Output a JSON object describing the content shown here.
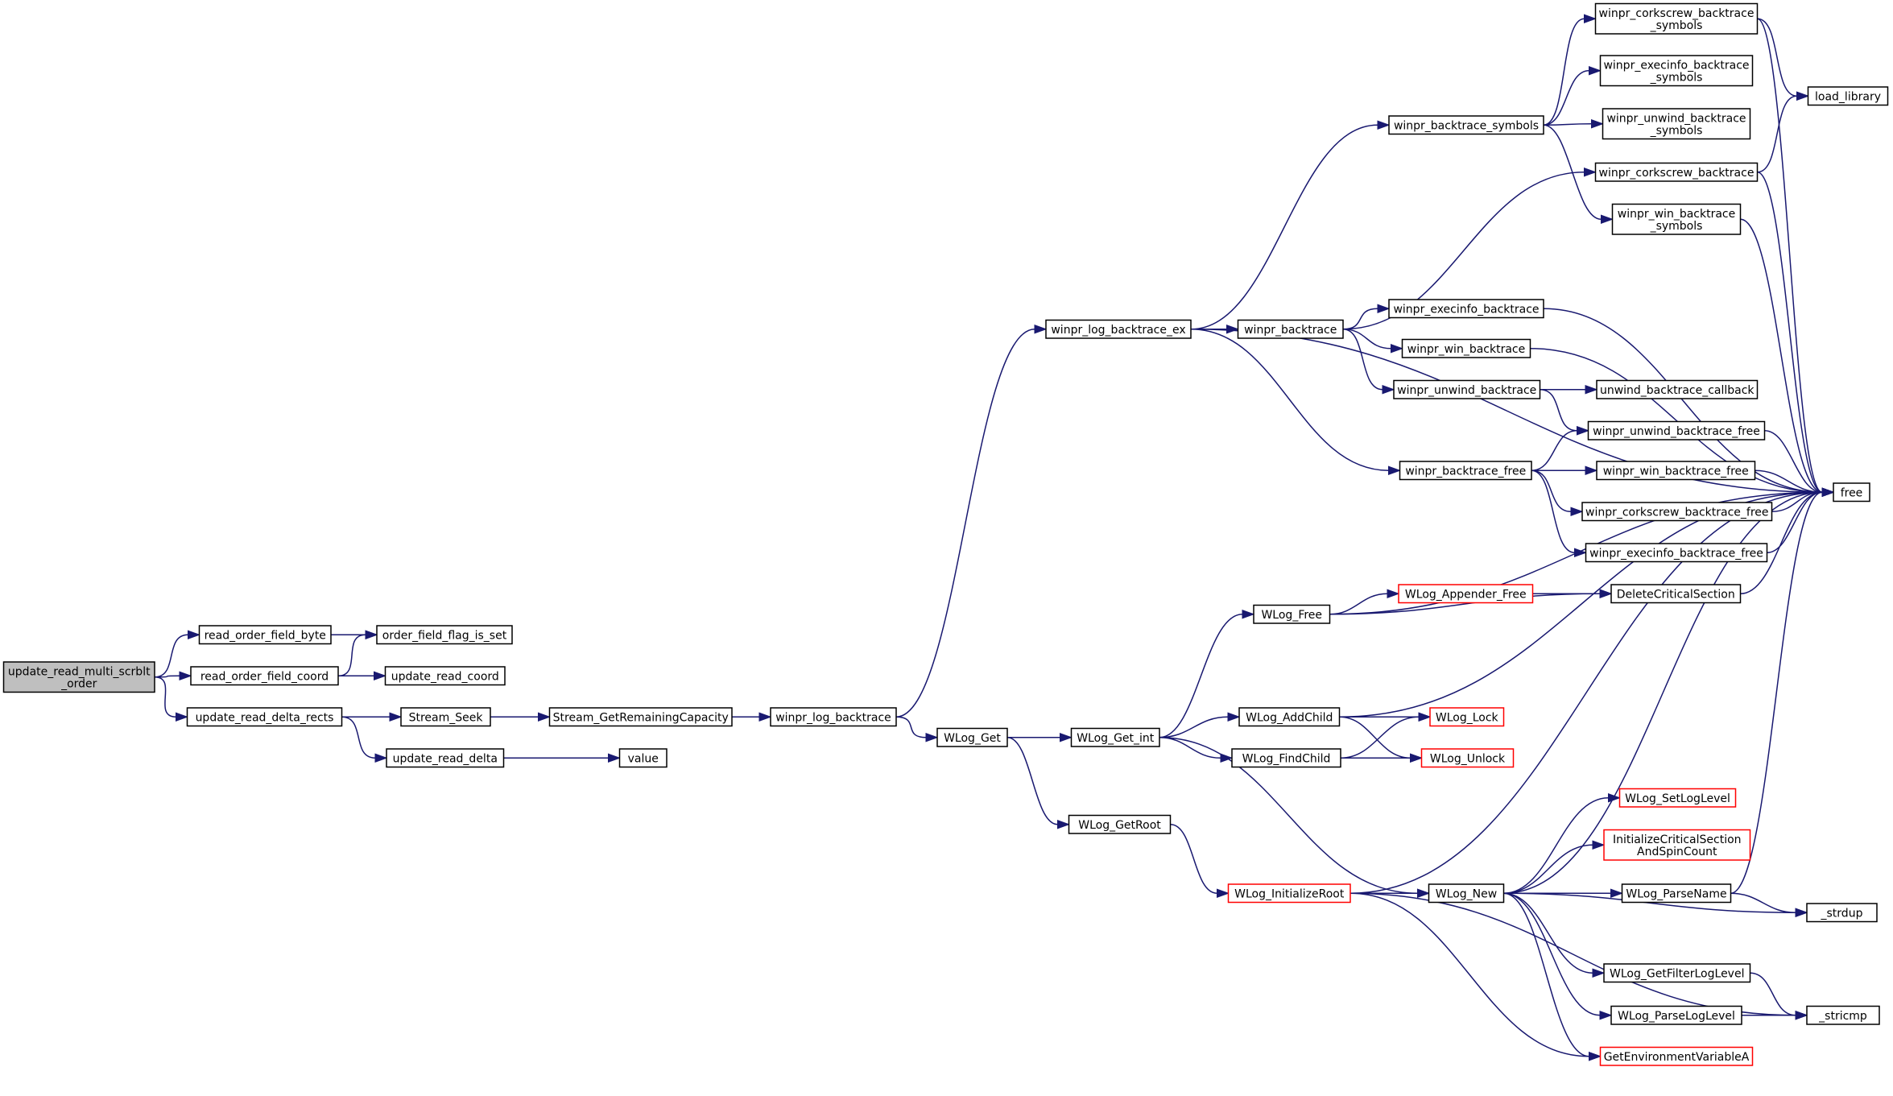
{
  "colors": {
    "edge": "#191970",
    "box_border": "#000000",
    "external_border": "#ff0000",
    "root_fill": "#bfbfbf",
    "background": "#ffffff"
  },
  "nodes": [
    {
      "id": "root",
      "lines": [
        "update_read_multi_scrblt",
        "_order"
      ],
      "style": "root"
    },
    {
      "id": "rofb",
      "lines": [
        "read_order_field_byte"
      ],
      "style": "normal"
    },
    {
      "id": "rofc",
      "lines": [
        "read_order_field_coord"
      ],
      "style": "normal"
    },
    {
      "id": "urdr",
      "lines": [
        "update_read_delta_rects"
      ],
      "style": "normal"
    },
    {
      "id": "offis",
      "lines": [
        "order_field_flag_is_set"
      ],
      "style": "normal"
    },
    {
      "id": "urc",
      "lines": [
        "update_read_coord"
      ],
      "style": "normal"
    },
    {
      "id": "sseek",
      "lines": [
        "Stream_Seek"
      ],
      "style": "normal"
    },
    {
      "id": "urd",
      "lines": [
        "update_read_delta"
      ],
      "style": "normal"
    },
    {
      "id": "value",
      "lines": [
        "value"
      ],
      "style": "normal"
    },
    {
      "id": "sgrc",
      "lines": [
        "Stream_GetRemainingCapacity"
      ],
      "style": "normal"
    },
    {
      "id": "wlb",
      "lines": [
        "winpr_log_backtrace"
      ],
      "style": "normal"
    },
    {
      "id": "wlbex",
      "lines": [
        "winpr_log_backtrace_ex"
      ],
      "style": "normal"
    },
    {
      "id": "wlget",
      "lines": [
        "WLog_Get"
      ],
      "style": "normal"
    },
    {
      "id": "wlgetroot",
      "lines": [
        "WLog_GetRoot"
      ],
      "style": "normal"
    },
    {
      "id": "wbt",
      "lines": [
        "winpr_backtrace"
      ],
      "style": "normal"
    },
    {
      "id": "wlgetint",
      "lines": [
        "WLog_Get_int"
      ],
      "style": "normal"
    },
    {
      "id": "wlfree",
      "lines": [
        "WLog_Free"
      ],
      "style": "normal"
    },
    {
      "id": "wlinitroot",
      "lines": [
        "WLog_InitializeRoot"
      ],
      "style": "external"
    },
    {
      "id": "wbts",
      "lines": [
        "winpr_backtrace_symbols"
      ],
      "style": "normal"
    },
    {
      "id": "wbtf",
      "lines": [
        "winpr_backtrace_free"
      ],
      "style": "normal"
    },
    {
      "id": "wexbt",
      "lines": [
        "winpr_execinfo_backtrace"
      ],
      "style": "normal"
    },
    {
      "id": "wwinbt",
      "lines": [
        "winpr_win_backtrace"
      ],
      "style": "normal"
    },
    {
      "id": "wunwbt",
      "lines": [
        "winpr_unwind_backtrace"
      ],
      "style": "normal"
    },
    {
      "id": "wlappfree",
      "lines": [
        "WLog_Appender_Free"
      ],
      "style": "external"
    },
    {
      "id": "wladdchild",
      "lines": [
        "WLog_AddChild"
      ],
      "style": "normal"
    },
    {
      "id": "wlfindchild",
      "lines": [
        "WLog_FindChild"
      ],
      "style": "normal"
    },
    {
      "id": "wlnew",
      "lines": [
        "WLog_New"
      ],
      "style": "normal"
    },
    {
      "id": "wlock",
      "lines": [
        "WLog_Lock"
      ],
      "style": "external"
    },
    {
      "id": "wunlock",
      "lines": [
        "WLog_Unlock"
      ],
      "style": "external"
    },
    {
      "id": "wcsbts",
      "lines": [
        "winpr_corkscrew_backtrace",
        "_symbols"
      ],
      "style": "normal"
    },
    {
      "id": "wexbts",
      "lines": [
        "winpr_execinfo_backtrace",
        "_symbols"
      ],
      "style": "normal"
    },
    {
      "id": "wunwbts",
      "lines": [
        "winpr_unwind_backtrace",
        "_symbols"
      ],
      "style": "normal"
    },
    {
      "id": "wcsbt",
      "lines": [
        "winpr_corkscrew_backtrace"
      ],
      "style": "normal"
    },
    {
      "id": "wwinbts",
      "lines": [
        "winpr_win_backtrace",
        "_symbols"
      ],
      "style": "normal"
    },
    {
      "id": "ubcb",
      "lines": [
        "unwind_backtrace_callback"
      ],
      "style": "normal"
    },
    {
      "id": "wunwbtf",
      "lines": [
        "winpr_unwind_backtrace_free"
      ],
      "style": "normal"
    },
    {
      "id": "wwinbtf",
      "lines": [
        "winpr_win_backtrace_free"
      ],
      "style": "normal"
    },
    {
      "id": "wcsbtf",
      "lines": [
        "winpr_corkscrew_backtrace_free"
      ],
      "style": "normal"
    },
    {
      "id": "wexbtf",
      "lines": [
        "winpr_execinfo_backtrace_free"
      ],
      "style": "normal"
    },
    {
      "id": "delcs",
      "lines": [
        "DeleteCriticalSection"
      ],
      "style": "normal"
    },
    {
      "id": "wlsetll",
      "lines": [
        "WLog_SetLogLevel"
      ],
      "style": "external"
    },
    {
      "id": "initcs",
      "lines": [
        "InitializeCriticalSection",
        "AndSpinCount"
      ],
      "style": "external"
    },
    {
      "id": "wlparsename",
      "lines": [
        "WLog_ParseName"
      ],
      "style": "normal"
    },
    {
      "id": "wlgetfll",
      "lines": [
        "WLog_GetFilterLogLevel"
      ],
      "style": "normal"
    },
    {
      "id": "wlparsell",
      "lines": [
        "WLog_ParseLogLevel"
      ],
      "style": "normal"
    },
    {
      "id": "getenv",
      "lines": [
        "GetEnvironmentVariableA"
      ],
      "style": "external"
    },
    {
      "id": "loadlib",
      "lines": [
        "load_library"
      ],
      "style": "normal"
    },
    {
      "id": "free",
      "lines": [
        "free"
      ],
      "style": "normal"
    },
    {
      "id": "strdup",
      "lines": [
        "_strdup"
      ],
      "style": "normal"
    },
    {
      "id": "stricmp",
      "lines": [
        "_stricmp"
      ],
      "style": "normal"
    }
  ],
  "edges": [
    {
      "from": "root",
      "to": "rofb"
    },
    {
      "from": "root",
      "to": "rofc"
    },
    {
      "from": "root",
      "to": "urdr"
    },
    {
      "from": "rofb",
      "to": "offis"
    },
    {
      "from": "rofc",
      "to": "offis"
    },
    {
      "from": "rofc",
      "to": "urc"
    },
    {
      "from": "urdr",
      "to": "sseek"
    },
    {
      "from": "urdr",
      "to": "urd"
    },
    {
      "from": "urd",
      "to": "value"
    },
    {
      "from": "sseek",
      "to": "sgrc"
    },
    {
      "from": "sgrc",
      "to": "wlb"
    },
    {
      "from": "wlb",
      "to": "wlbex"
    },
    {
      "from": "wlb",
      "to": "wlget"
    },
    {
      "from": "wlbex",
      "to": "wbts"
    },
    {
      "from": "wlbex",
      "to": "free"
    },
    {
      "from": "wlbex",
      "to": "wbt"
    },
    {
      "from": "wlbex",
      "to": "wbtf"
    },
    {
      "from": "wlget",
      "to": "wlgetint"
    },
    {
      "from": "wlget",
      "to": "wlgetroot"
    },
    {
      "from": "wlgetroot",
      "to": "wlinitroot"
    },
    {
      "from": "wbt",
      "to": "wcsbt"
    },
    {
      "from": "wbt",
      "to": "wexbt"
    },
    {
      "from": "wbt",
      "to": "wwinbt"
    },
    {
      "from": "wbt",
      "to": "wunwbt"
    },
    {
      "from": "wbts",
      "to": "wcsbts"
    },
    {
      "from": "wbts",
      "to": "wexbts"
    },
    {
      "from": "wbts",
      "to": "wunwbts"
    },
    {
      "from": "wbts",
      "to": "wwinbts"
    },
    {
      "from": "wcsbts",
      "to": "loadlib"
    },
    {
      "from": "wcsbts",
      "to": "free"
    },
    {
      "from": "wcsbt",
      "to": "loadlib"
    },
    {
      "from": "wcsbt",
      "to": "free"
    },
    {
      "from": "wwinbts",
      "to": "free"
    },
    {
      "from": "wexbt",
      "to": "free"
    },
    {
      "from": "wwinbt",
      "to": "free"
    },
    {
      "from": "wunwbt",
      "to": "ubcb"
    },
    {
      "from": "wunwbt",
      "to": "wunwbtf"
    },
    {
      "from": "wbtf",
      "to": "wunwbtf"
    },
    {
      "from": "wbtf",
      "to": "wwinbtf"
    },
    {
      "from": "wbtf",
      "to": "wcsbtf"
    },
    {
      "from": "wbtf",
      "to": "wexbtf"
    },
    {
      "from": "wunwbtf",
      "to": "free"
    },
    {
      "from": "wwinbtf",
      "to": "free"
    },
    {
      "from": "wcsbtf",
      "to": "free"
    },
    {
      "from": "wexbtf",
      "to": "free"
    },
    {
      "from": "wlgetint",
      "to": "wlfree"
    },
    {
      "from": "wlgetint",
      "to": "wladdchild"
    },
    {
      "from": "wlgetint",
      "to": "wlfindchild"
    },
    {
      "from": "wlgetint",
      "to": "wlnew"
    },
    {
      "from": "wlfree",
      "to": "delcs"
    },
    {
      "from": "wlfree",
      "to": "wlappfree"
    },
    {
      "from": "wlfree",
      "to": "free"
    },
    {
      "from": "wlappfree",
      "to": "delcs"
    },
    {
      "from": "delcs",
      "to": "free"
    },
    {
      "from": "wladdchild",
      "to": "free"
    },
    {
      "from": "wladdchild",
      "to": "wlock"
    },
    {
      "from": "wladdchild",
      "to": "wunlock"
    },
    {
      "from": "wlfindchild",
      "to": "wlock"
    },
    {
      "from": "wlfindchild",
      "to": "wunlock"
    },
    {
      "from": "wlinitroot",
      "to": "free"
    },
    {
      "from": "wlinitroot",
      "to": "wlnew"
    },
    {
      "from": "wlinitroot",
      "to": "getenv"
    },
    {
      "from": "wlinitroot",
      "to": "stricmp"
    },
    {
      "from": "wlnew",
      "to": "free"
    },
    {
      "from": "wlnew",
      "to": "wlsetll"
    },
    {
      "from": "wlnew",
      "to": "initcs"
    },
    {
      "from": "wlnew",
      "to": "wlparsename"
    },
    {
      "from": "wlnew",
      "to": "strdup"
    },
    {
      "from": "wlnew",
      "to": "wlgetfll"
    },
    {
      "from": "wlnew",
      "to": "wlparsell"
    },
    {
      "from": "wlnew",
      "to": "getenv"
    },
    {
      "from": "wlparsename",
      "to": "free"
    },
    {
      "from": "wlparsename",
      "to": "strdup"
    },
    {
      "from": "wlgetfll",
      "to": "stricmp"
    },
    {
      "from": "wlparsell",
      "to": "stricmp"
    }
  ]
}
